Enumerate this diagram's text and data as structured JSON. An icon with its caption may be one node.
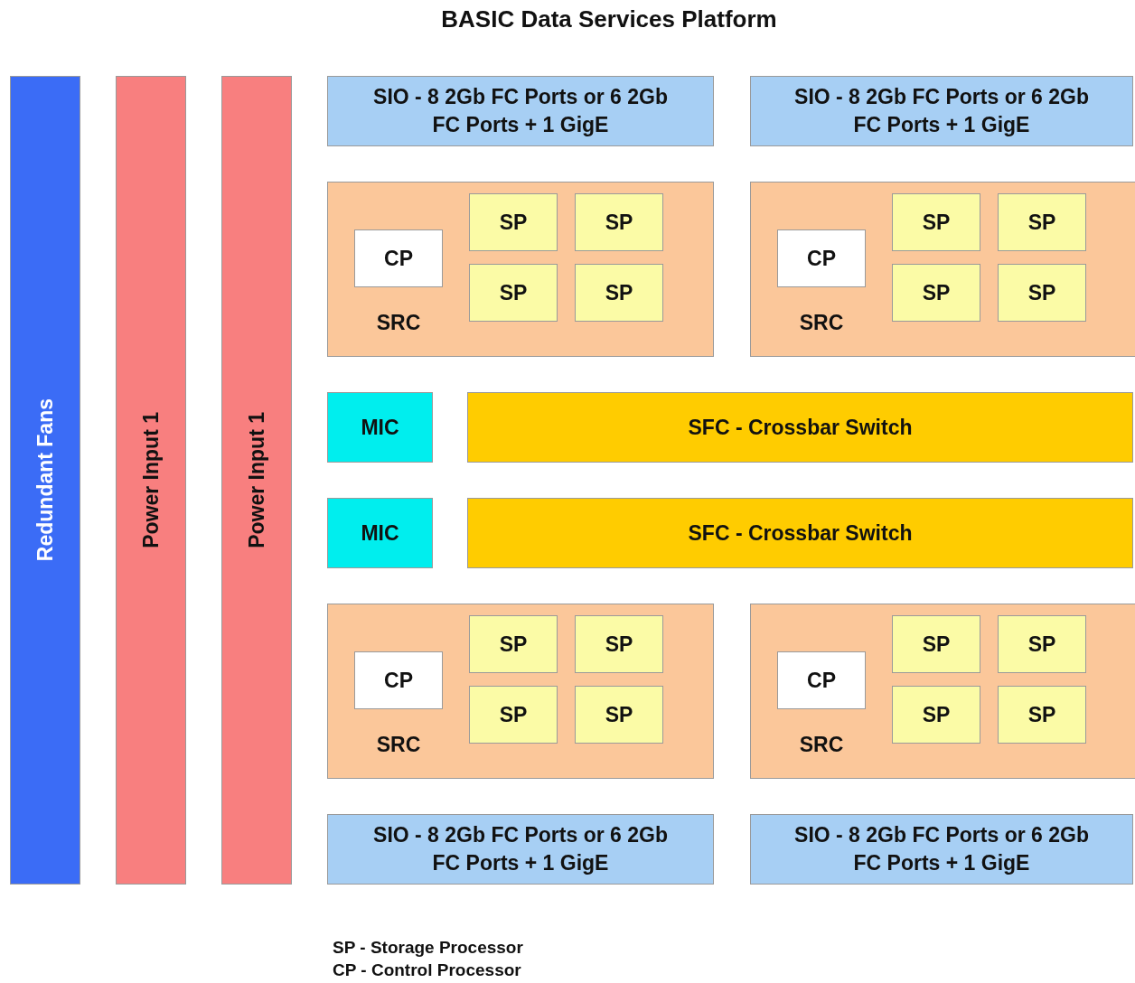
{
  "diagram": {
    "title": "BASIC Data Services Platform",
    "nodes": [
      {
        "text": [
          "Redundant Fans"
        ]
      },
      {
        "text": [
          "Power Input 1"
        ]
      },
      {
        "text": [
          "Power Input 1"
        ]
      },
      {
        "text": [
          "SIO - 8 2Gb FC Ports or 6 2Gb FC Ports + 1 GigE"
        ]
      },
      {
        "text": [
          "SIO - 8 2Gb FC Ports or 6 2Gb FC Ports + 1 GigE"
        ]
      },
      {
        "text": [
          "SRC"
        ]
      },
      {
        "text": [
          "CP"
        ],
        "in": 5
      },
      {
        "text": [
          "SP"
        ],
        "in": 5
      },
      {
        "text": [
          "SP"
        ],
        "in": 5
      },
      {
        "text": [
          "SP"
        ],
        "in": 5
      },
      {
        "text": [
          "SP"
        ],
        "in": 5
      },
      {
        "text": [
          "SRC"
        ]
      },
      {
        "text": [
          "CP"
        ],
        "in": 11
      },
      {
        "text": [
          "SP"
        ],
        "in": 11
      },
      {
        "text": [
          "SP"
        ],
        "in": 11
      },
      {
        "text": [
          "SP"
        ],
        "in": 11
      },
      {
        "text": [
          "SP"
        ],
        "in": 11
      },
      {
        "text": [
          "MIC"
        ]
      },
      {
        "text": [
          "SFC - Crossbar Switch"
        ]
      },
      {
        "text": [
          "MIC"
        ]
      },
      {
        "text": [
          "SFC - Crossbar Switch"
        ]
      },
      {
        "text": [
          "SRC"
        ]
      },
      {
        "text": [
          "CP"
        ],
        "in": 21
      },
      {
        "text": [
          "SP"
        ],
        "in": 21
      },
      {
        "text": [
          "SP"
        ],
        "in": 21
      },
      {
        "text": [
          "SP"
        ],
        "in": 21
      },
      {
        "text": [
          "SP"
        ],
        "in": 21
      },
      {
        "text": [
          "SRC"
        ]
      },
      {
        "text": [
          "CP"
        ],
        "in": 27
      },
      {
        "text": [
          "SP"
        ],
        "in": 27
      },
      {
        "text": [
          "SP"
        ],
        "in": 27
      },
      {
        "text": [
          "SP"
        ],
        "in": 27
      },
      {
        "text": [
          "SP"
        ],
        "in": 27
      },
      {
        "text": [
          "SIO - 8 2Gb FC Ports or 6 2Gb FC Ports + 1 GigE"
        ]
      },
      {
        "text": [
          "SIO - 8 2Gb FC Ports or 6 2Gb FC Ports + 1 GigE"
        ]
      }
    ],
    "edges": [],
    "labels": [
      "SP - Storage Processor",
      "CP - Control Processor"
    ]
  }
}
